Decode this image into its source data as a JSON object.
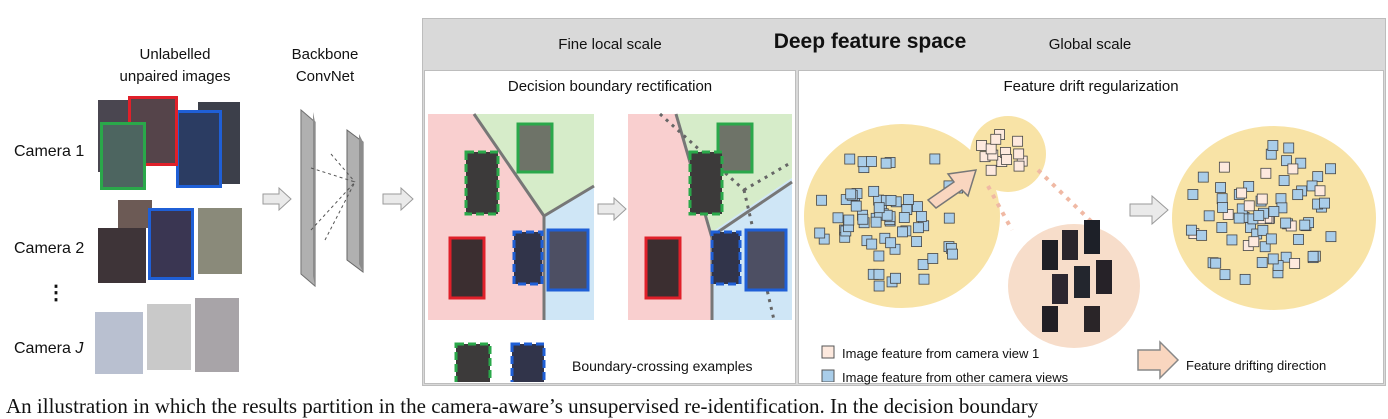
{
  "left": {
    "unlabelled_title": "Unlabelled unpaired images",
    "backbone_title": "Backbone ConvNet",
    "cameras": [
      "Camera 1",
      "Camera 2",
      "⋮",
      "Camera J"
    ],
    "camera_j_prefix": "Camera ",
    "camera_j_suffix": "J"
  },
  "feature_space": {
    "title": "Deep feature space",
    "fine_local": "Fine local scale",
    "global": "Global scale"
  },
  "panel1": {
    "title": "Decision boundary rectification",
    "legend_text": "Boundary-crossing examples"
  },
  "panel2": {
    "title": "Feature drift regularization",
    "legend_view1": "Image feature from camera view 1",
    "legend_other": "Image feature from other camera views",
    "legend_arrow": "Feature drifting direction"
  },
  "colors": {
    "region_red": "#f9cfcf",
    "region_green": "#d6ecc9",
    "region_blue": "#cfe6f6",
    "frame_red": "#e0202a",
    "frame_green": "#2aa84a",
    "frame_blue": "#1f5fd6",
    "ellipse_yellow": "#f8e3a6",
    "ellipse_peach": "#f7ddca",
    "square_blue": "#a9cde9",
    "square_pink": "#fde9de"
  },
  "caption_fragment": "An illustration in which the results partition in the camera-aware’s unsupervised re-identification. In the decision boundary"
}
